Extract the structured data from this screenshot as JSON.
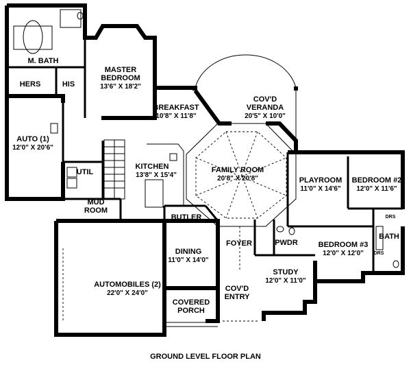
{
  "plan": {
    "caption": "GROUND LEVEL FLOOR PLAN",
    "rooms": {
      "m_bath": {
        "name": "M. BATH"
      },
      "hers": {
        "name": "HERS"
      },
      "his": {
        "name": "HIS"
      },
      "master_bedroom": {
        "name_line1": "MASTER",
        "name_line2": "BEDROOM",
        "dims": "13'6\" X 18'2\""
      },
      "breakfast": {
        "name": "BREAKFAST",
        "dims": "10'8\" X 11'8\""
      },
      "veranda": {
        "name_line1": "COV'D",
        "name_line2": "VERANDA",
        "dims": "20'5\" X 10'0\""
      },
      "auto1": {
        "name": "AUTO (1)",
        "dims": "12'0\" X 20'6\""
      },
      "util": {
        "name": "UTIL"
      },
      "kitchen": {
        "name": "KITCHEN",
        "dims": "13'8\" X 15'4\""
      },
      "family_room": {
        "name": "FAMILY ROOM",
        "dims": "20'8\" X 20'8\""
      },
      "playroom": {
        "name": "PLAYROOM",
        "dims": "11'0\" X 14'6\""
      },
      "bedroom2": {
        "name": "BEDROOM #2",
        "dims": "12'0\" X 11'6\""
      },
      "mud_room": {
        "name_line1": "MUD",
        "name_line2": "ROOM"
      },
      "butler": {
        "name": "BUTLER"
      },
      "drs_top": {
        "name": "DRS"
      },
      "bath": {
        "name": "BATH"
      },
      "drs_bottom": {
        "name": "DRS"
      },
      "foyer": {
        "name": "FOYER"
      },
      "pwdr": {
        "name": "PWDR"
      },
      "bedroom3": {
        "name": "BEDROOM #3",
        "dims": "12'0\" X 12'0\""
      },
      "dining": {
        "name": "DINING",
        "dims": "11'0\" X 14'0\""
      },
      "study": {
        "name": "STUDY",
        "dims": "12'0\" X 11'0\""
      },
      "automobiles2": {
        "name": "AUTOMOBILES (2)",
        "dims": "22'0\" X 24'0\""
      },
      "covd_entry": {
        "name_line1": "COV'D",
        "name_line2": "ENTRY"
      },
      "covered_porch": {
        "name_line1": "COVERED",
        "name_line2": "PORCH"
      }
    }
  }
}
